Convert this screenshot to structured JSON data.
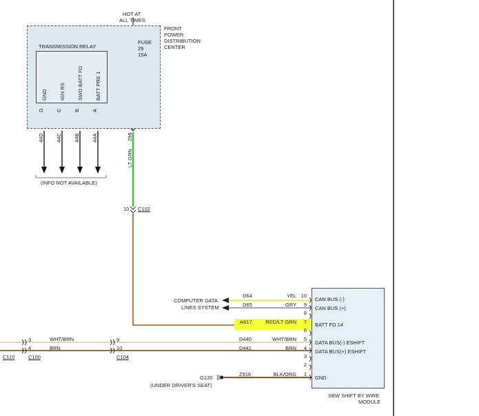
{
  "top_supply": {
    "line1": "HOT AT",
    "line2": "ALL TIMES"
  },
  "pdc": {
    "line1": "FRONT",
    "line2": "POWER",
    "line3": "DISTRIBUTION",
    "line4": "CENTER"
  },
  "fuse": {
    "label": "FUSE",
    "number": "29",
    "rating": "15A"
  },
  "relay": {
    "title": "TRANSMISSION RELAY",
    "pins": [
      {
        "name": "GND",
        "letter": "D",
        "wire": "44D"
      },
      {
        "name": "IGN RS",
        "letter": "C",
        "wire": "44C"
      },
      {
        "name": "SWD BATT FD",
        "letter": "B",
        "wire": "44B"
      },
      {
        "name": "BATT PRE 1",
        "letter": "A",
        "wire": "44A"
      }
    ],
    "note": "(INFO NOT AVAILABLE)"
  },
  "feed_wire": {
    "pin": "298",
    "color_label": "LT GRN"
  },
  "c102": {
    "pin": "10",
    "connector": "C102"
  },
  "computer_data": {
    "line1": "COMPUTER DATA",
    "line2": "LINES SYSTEM"
  },
  "module": {
    "name_line1": "SBW SHIFT BY WIRE",
    "name_line2": "MODULE",
    "rows": [
      {
        "circuit": "D64",
        "color": "YEL",
        "pin": "10",
        "function": "CAN BUS (-)"
      },
      {
        "circuit": "D65",
        "color": "GRY",
        "pin": "9",
        "function": "CAN BUS (+)"
      },
      {
        "circuit": "",
        "color": "",
        "pin": "8",
        "function": ""
      },
      {
        "circuit": "A917",
        "color": "RED/LT GRN",
        "pin": "7",
        "function": "BATT FD 14"
      },
      {
        "circuit": "",
        "color": "",
        "pin": "6",
        "function": ""
      },
      {
        "circuit": "D440",
        "color": "WHT/BRN",
        "pin": "5",
        "function": "DATA BUS(-) ESHIFT"
      },
      {
        "circuit": "D441",
        "color": "BRN",
        "pin": "4",
        "function": "DATA BUS(+) ESHIFT"
      },
      {
        "circuit": "",
        "color": "",
        "pin": "3",
        "function": ""
      },
      {
        "circuit": "",
        "color": "",
        "pin": "2",
        "function": ""
      },
      {
        "circuit": "Z916",
        "color": "BLK/ORG",
        "pin": "1",
        "function": "GND"
      }
    ]
  },
  "left_bus": {
    "c110": {
      "pin3": "3",
      "pin4": "4",
      "connector": "C110"
    },
    "c100": {
      "connector": "C100"
    },
    "c104": {
      "pin9": "9",
      "pin10": "10",
      "connector": "C104"
    },
    "wire1_color": "WHT/BRN",
    "wire2_color": "BRN"
  },
  "ground": {
    "id": "G120",
    "location": "(UNDER DRIVER'S SEAT)"
  },
  "colors": {
    "lt_grn": "#22cc22",
    "red_lt_grn": "#b5541a",
    "yel": "#f0e020",
    "gry": "#888888",
    "wht_brn": "#d8cfa8",
    "brn": "#8a5a20",
    "blk_org": "#7a3a10",
    "highlight": "#f6ff3a"
  }
}
